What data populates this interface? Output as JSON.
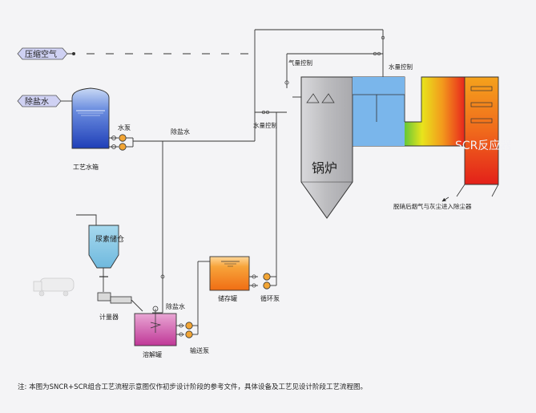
{
  "labels": {
    "compressed_air": "压缩空气",
    "demin_water_in": "除盐水",
    "process_tank": "工艺水箱",
    "water_pump": "水泵",
    "demin_water_line": "除盐水",
    "flow_control_1": "气量控制",
    "flow_control_2": "水量控制",
    "flow_control_3": "水量控制",
    "boiler": "锅炉",
    "scr_reactor": "SCR反应器",
    "outlet_note": "脱硝后烟气与灰尘进入除尘器",
    "urea_silo": "尿素储仓",
    "metering": "计量器",
    "dissolve_tank": "溶解罐",
    "demin_water_2": "除盐水",
    "transfer_pump": "输送泵",
    "storage_tank": "储存罐",
    "circulation_pump": "循环泵"
  },
  "footnote": {
    "prefix": "注:",
    "text": "本图为SNCR+SCR组合工艺流程示意图仅作初步设计阶段的参考文件，具体设备及工艺见设计阶段工艺流程图。"
  },
  "colors": {
    "line": "#333333",
    "tank_blue": "#2f54c8",
    "silo_blue": "#8fc9e6",
    "storage_orange": "#f07a1a",
    "dissolve_magenta": "#c93e9c",
    "boiler_gray": "#b9b9bb",
    "flue_blue": "#74aee6",
    "flue_green": "#3fbf3f",
    "flue_yellow": "#f5e41c",
    "flue_red": "#e8261c",
    "label_box": "#cfd1f3"
  }
}
